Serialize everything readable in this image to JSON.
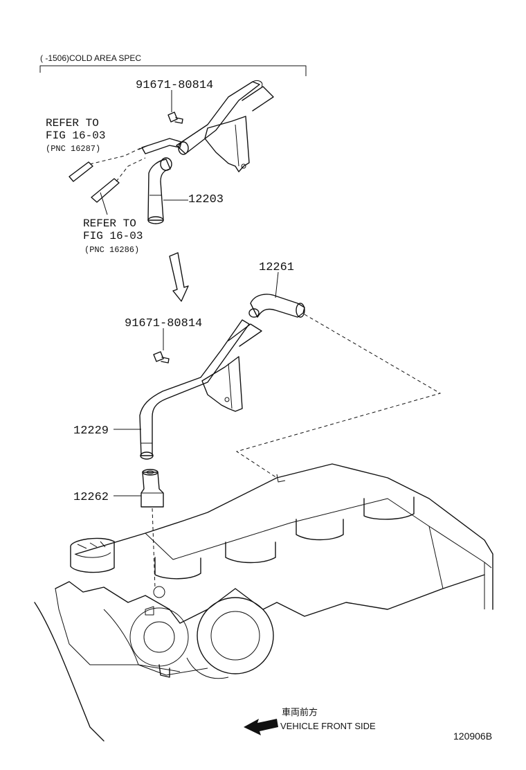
{
  "condition_label": "(      -1506)COLD AREA SPEC",
  "parts": {
    "bolt_upper": "91671-80814",
    "bolt_lower": "91671-80814",
    "hose_upper": "12203",
    "hose_elbow": "12261",
    "pipe": "12229",
    "grommet": "12262"
  },
  "references": {
    "ref_a": {
      "line1": "REFER TO",
      "line2": "FIG 16-03",
      "line3": "(PNC 16287)"
    },
    "ref_b": {
      "line1": "REFER TO",
      "line2": "FIG 16-03",
      "line3": "(PNC 16286)"
    }
  },
  "direction": {
    "label_jp": "車両前方",
    "label_en": "VEHICLE FRONT SIDE"
  },
  "figure_id": "120906B"
}
